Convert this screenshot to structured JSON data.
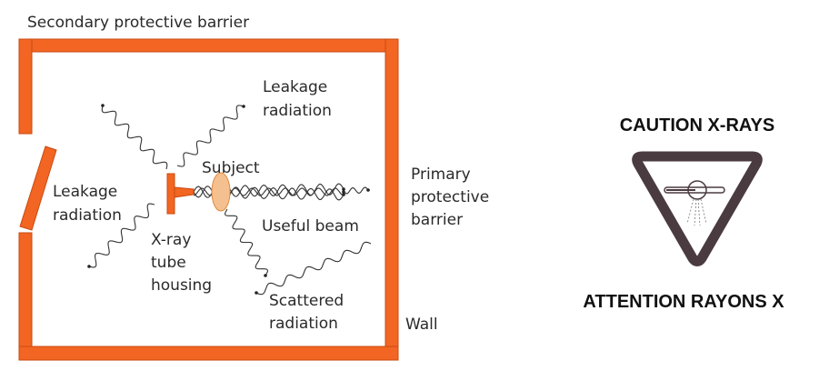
{
  "diagram": {
    "labels": {
      "secondary_barrier": "Secondary protective barrier",
      "leakage_top": [
        "Leakage",
        "radiation"
      ],
      "leakage_left": [
        "Leakage",
        "radiation"
      ],
      "subject": "Subject",
      "primary_barrier": [
        "Primary",
        "protective",
        "barrier"
      ],
      "useful_beam": "Useful beam",
      "tube_housing": [
        "X-ray",
        "tube",
        "housing"
      ],
      "scattered": [
        "Scattered",
        "radiation"
      ],
      "wall": "Wall"
    },
    "colors": {
      "wall": "#f26522",
      "subject": "#f5c08f",
      "sign": "#4a3b40"
    }
  },
  "sign": {
    "top_text": "CAUTION X-RAYS",
    "bottom_text": "ATTENTION RAYONS X",
    "icon": "x-ray-tube-warning-triangle"
  }
}
